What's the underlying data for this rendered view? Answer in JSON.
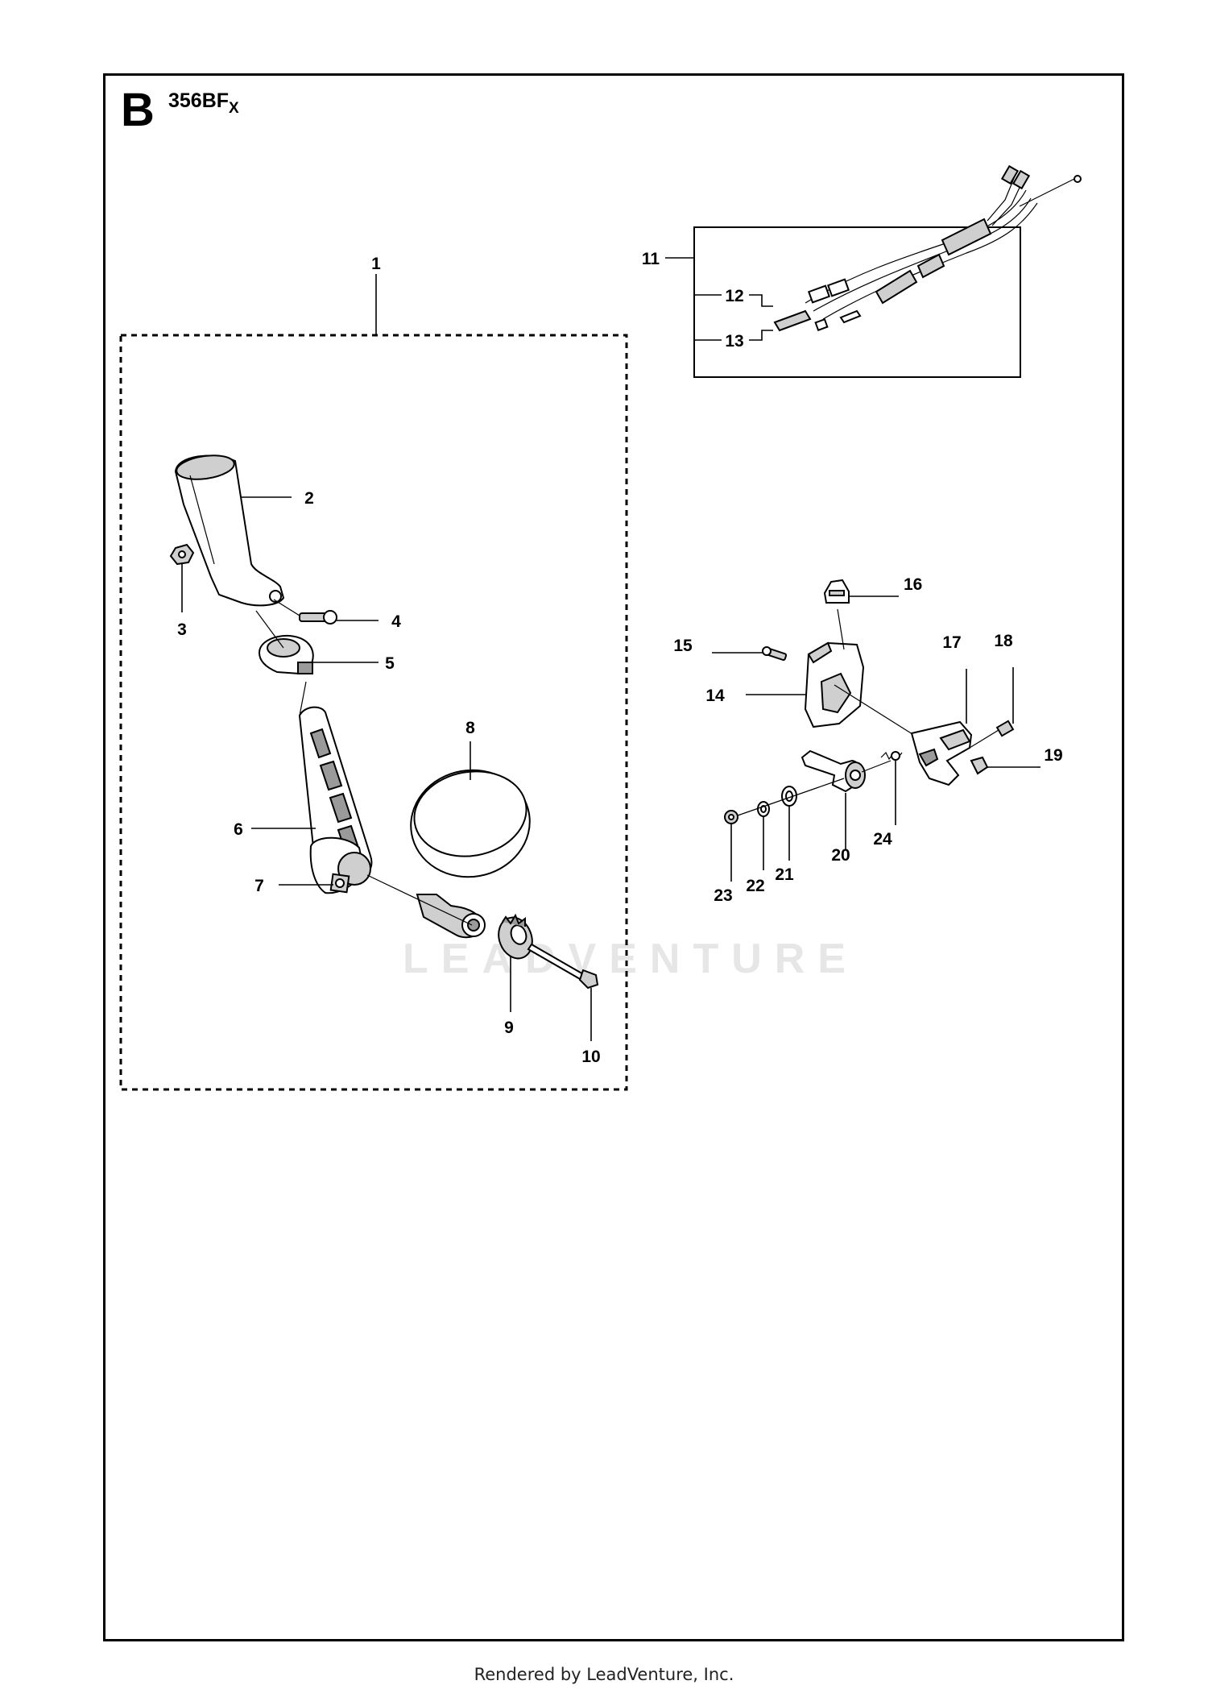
{
  "header": {
    "section_letter": "B",
    "model_main": "356BF",
    "model_sub": "X"
  },
  "watermark": "LEADVENTURE",
  "footer": "Rendered by LeadVenture, Inc.",
  "callouts": {
    "c1": "1",
    "c2": "2",
    "c3": "3",
    "c4": "4",
    "c5": "5",
    "c6": "6",
    "c7": "7",
    "c8": "8",
    "c9": "9",
    "c10": "10",
    "c11": "11",
    "c12": "12",
    "c13": "13",
    "c14": "14",
    "c15": "15",
    "c16": "16",
    "c17": "17",
    "c18": "18",
    "c19": "19",
    "c20": "20",
    "c21": "21",
    "c22": "22",
    "c23": "23",
    "c24": "24"
  }
}
